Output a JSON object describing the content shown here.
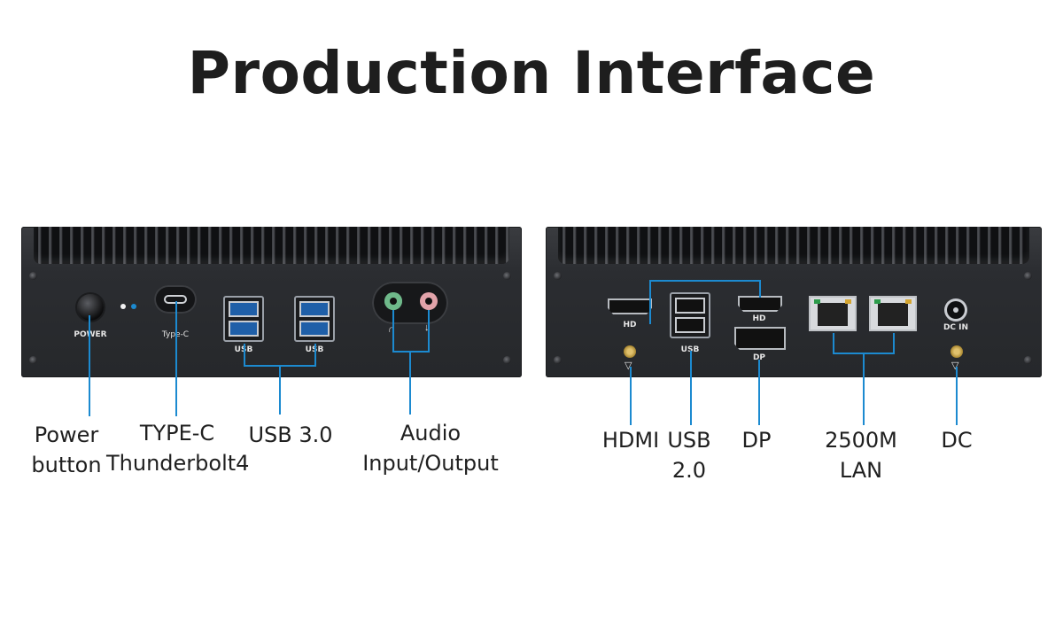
{
  "title": "Production Interface",
  "colors": {
    "accent_line": "#1c8ad0",
    "device_body": "#2b2d31",
    "usb3_blue": "#1f5fa8"
  },
  "front_panel": {
    "power_label": "POWER",
    "typec_label": "Type-C",
    "usb_label_1": "USB",
    "usb_label_2": "USB"
  },
  "rear_panel": {
    "hdmi_small_label": "HD",
    "hdmi2_small_label": "HD",
    "usb_label": "USB",
    "dp_label": "DP",
    "dcin_label": "DC IN"
  },
  "callouts": {
    "power": [
      "Power",
      "button"
    ],
    "typec": [
      "TYPE-C",
      "Thunderbolt4"
    ],
    "usb3": [
      "USB 3.0"
    ],
    "audio": [
      "Audio",
      "Input/Output"
    ],
    "hdmi": [
      "HDMI"
    ],
    "usb2": [
      "USB",
      "2.0"
    ],
    "dp": [
      "DP"
    ],
    "lan": [
      "2500M",
      "LAN"
    ],
    "dc": [
      "DC"
    ]
  },
  "icons": {
    "headphone": "headphone-icon",
    "microphone": "microphone-icon",
    "wifi": "wifi-icon"
  }
}
